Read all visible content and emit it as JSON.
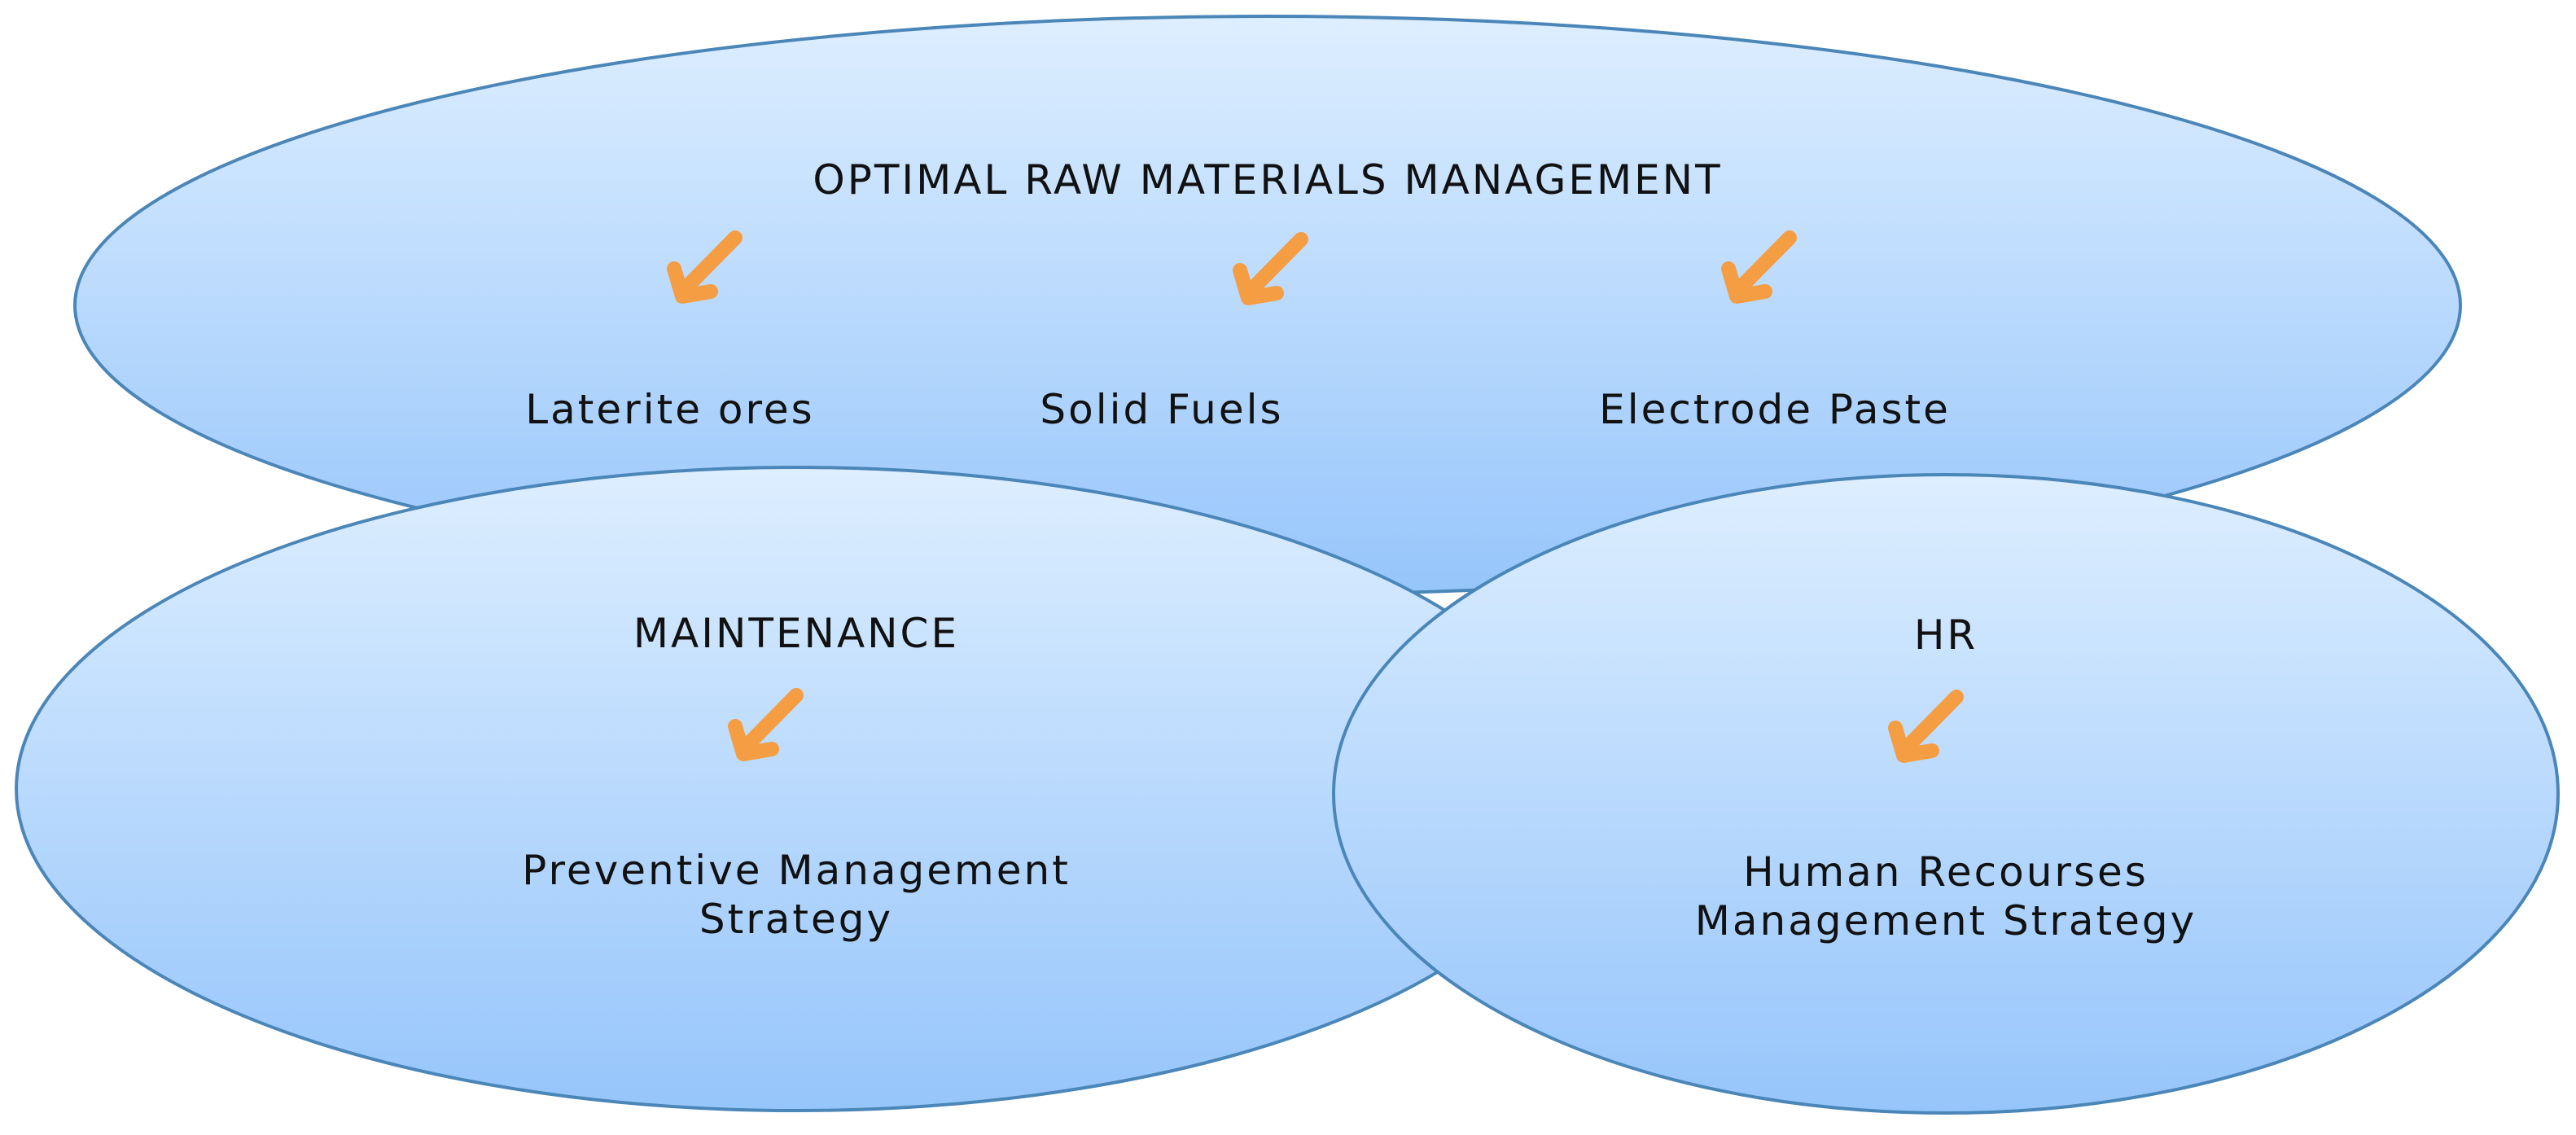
{
  "diagram": {
    "top": {
      "title": "OPTIMAL RAW MATERIALS MANAGEMENT",
      "items": [
        "Laterite ores",
        "Solid Fuels",
        "Electrode Paste"
      ]
    },
    "left": {
      "title": "MAINTENANCE",
      "item_line1": "Preventive Management",
      "item_line2": "Strategy"
    },
    "right": {
      "title": "HR",
      "item_line1": "Human Recourses",
      "item_line2": "Management Strategy"
    },
    "colors": {
      "ellipse_top": "#ddeeff",
      "ellipse_bottom": "#96c5fb",
      "ellipse_stroke": "#4b86b8",
      "arrow": "#f49d43"
    },
    "icons": [
      "check-arrow-icon"
    ]
  }
}
